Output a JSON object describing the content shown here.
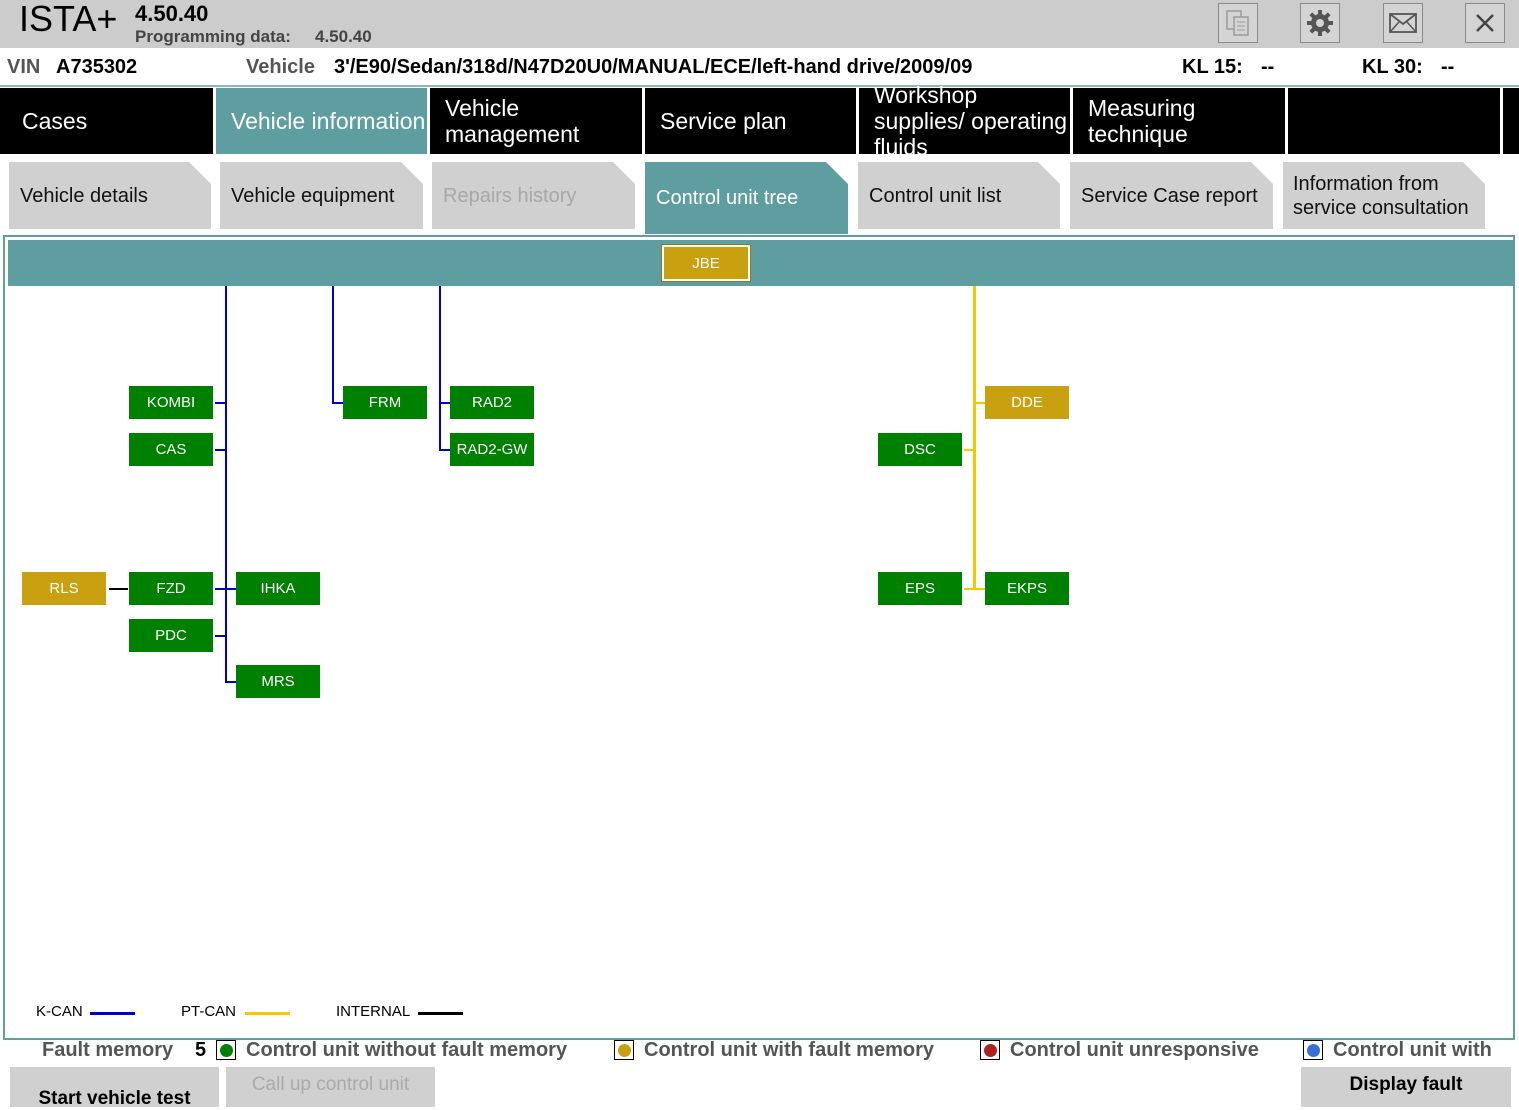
{
  "app": {
    "name": "ISTA+",
    "version": "4.50.40",
    "programming_label": "Programming data:",
    "programming_value": "4.50.40"
  },
  "toolbar": {
    "icons": [
      "document-copy-icon",
      "gear-icon",
      "mail-icon",
      "close-icon"
    ]
  },
  "info": {
    "vin_label": "VIN",
    "vin_value": "A735302",
    "vehicle_label": "Vehicle",
    "vehicle_value": "3'/E90/Sedan/318d/N47D20U0/MANUAL/ECE/left-hand drive/2009/09",
    "kl15_label": "KL 15:",
    "kl15_value": "--",
    "kl30_label": "KL 30:",
    "kl30_value": "--"
  },
  "nav": [
    {
      "label": "Cases",
      "active": false
    },
    {
      "label": "Vehicle information",
      "active": true
    },
    {
      "label": "Vehicle management",
      "active": false
    },
    {
      "label": "Service plan",
      "active": false
    },
    {
      "label": "Workshop supplies/ operating fluids",
      "active": false
    },
    {
      "label": "Measuring technique",
      "active": false
    },
    {
      "label": "",
      "active": false
    }
  ],
  "subtabs": [
    {
      "label": "Vehicle details",
      "state": "normal"
    },
    {
      "label": "Vehicle equipment",
      "state": "normal"
    },
    {
      "label": "Repairs history",
      "state": "disabled"
    },
    {
      "label": "Control unit tree",
      "state": "active"
    },
    {
      "label": "Control unit list",
      "state": "normal"
    },
    {
      "label": "Service Case report",
      "state": "normal"
    },
    {
      "label": "Information from service consultation",
      "state": "normal"
    }
  ],
  "ecus": {
    "jbe": "JBE",
    "kombi": "KOMBI",
    "cas": "CAS",
    "frm": "FRM",
    "rad2": "RAD2",
    "rad2gw": "RAD2-GW",
    "dde": "DDE",
    "dsc": "DSC",
    "rls": "RLS",
    "fzd": "FZD",
    "ihka": "IHKA",
    "pdc": "PDC",
    "mrs": "MRS",
    "eps": "EPS",
    "ekps": "EKPS"
  },
  "colors": {
    "ok": "#008000",
    "fault": "#c8a010",
    "unresponsive": "#b02020",
    "info": "#3a6fd8",
    "kcan": "#0000cc",
    "ptcan": "#f5c800",
    "internal": "#000000",
    "accent": "#5f9ea0"
  },
  "legend": {
    "kcan": "K-CAN",
    "ptcan": "PT-CAN",
    "internal": "INTERNAL"
  },
  "status": {
    "fault_memory_label": "Fault memory",
    "fault_memory_count": "5",
    "without_fault": "Control unit without fault memory",
    "with_fault": "Control unit with fault memory",
    "unresponsive": "Control unit unresponsive",
    "with_info": "Control unit with"
  },
  "buttons": {
    "start_test": "Start vehicle test",
    "call_up": "Call up control unit",
    "display_fault": "Display fault"
  }
}
